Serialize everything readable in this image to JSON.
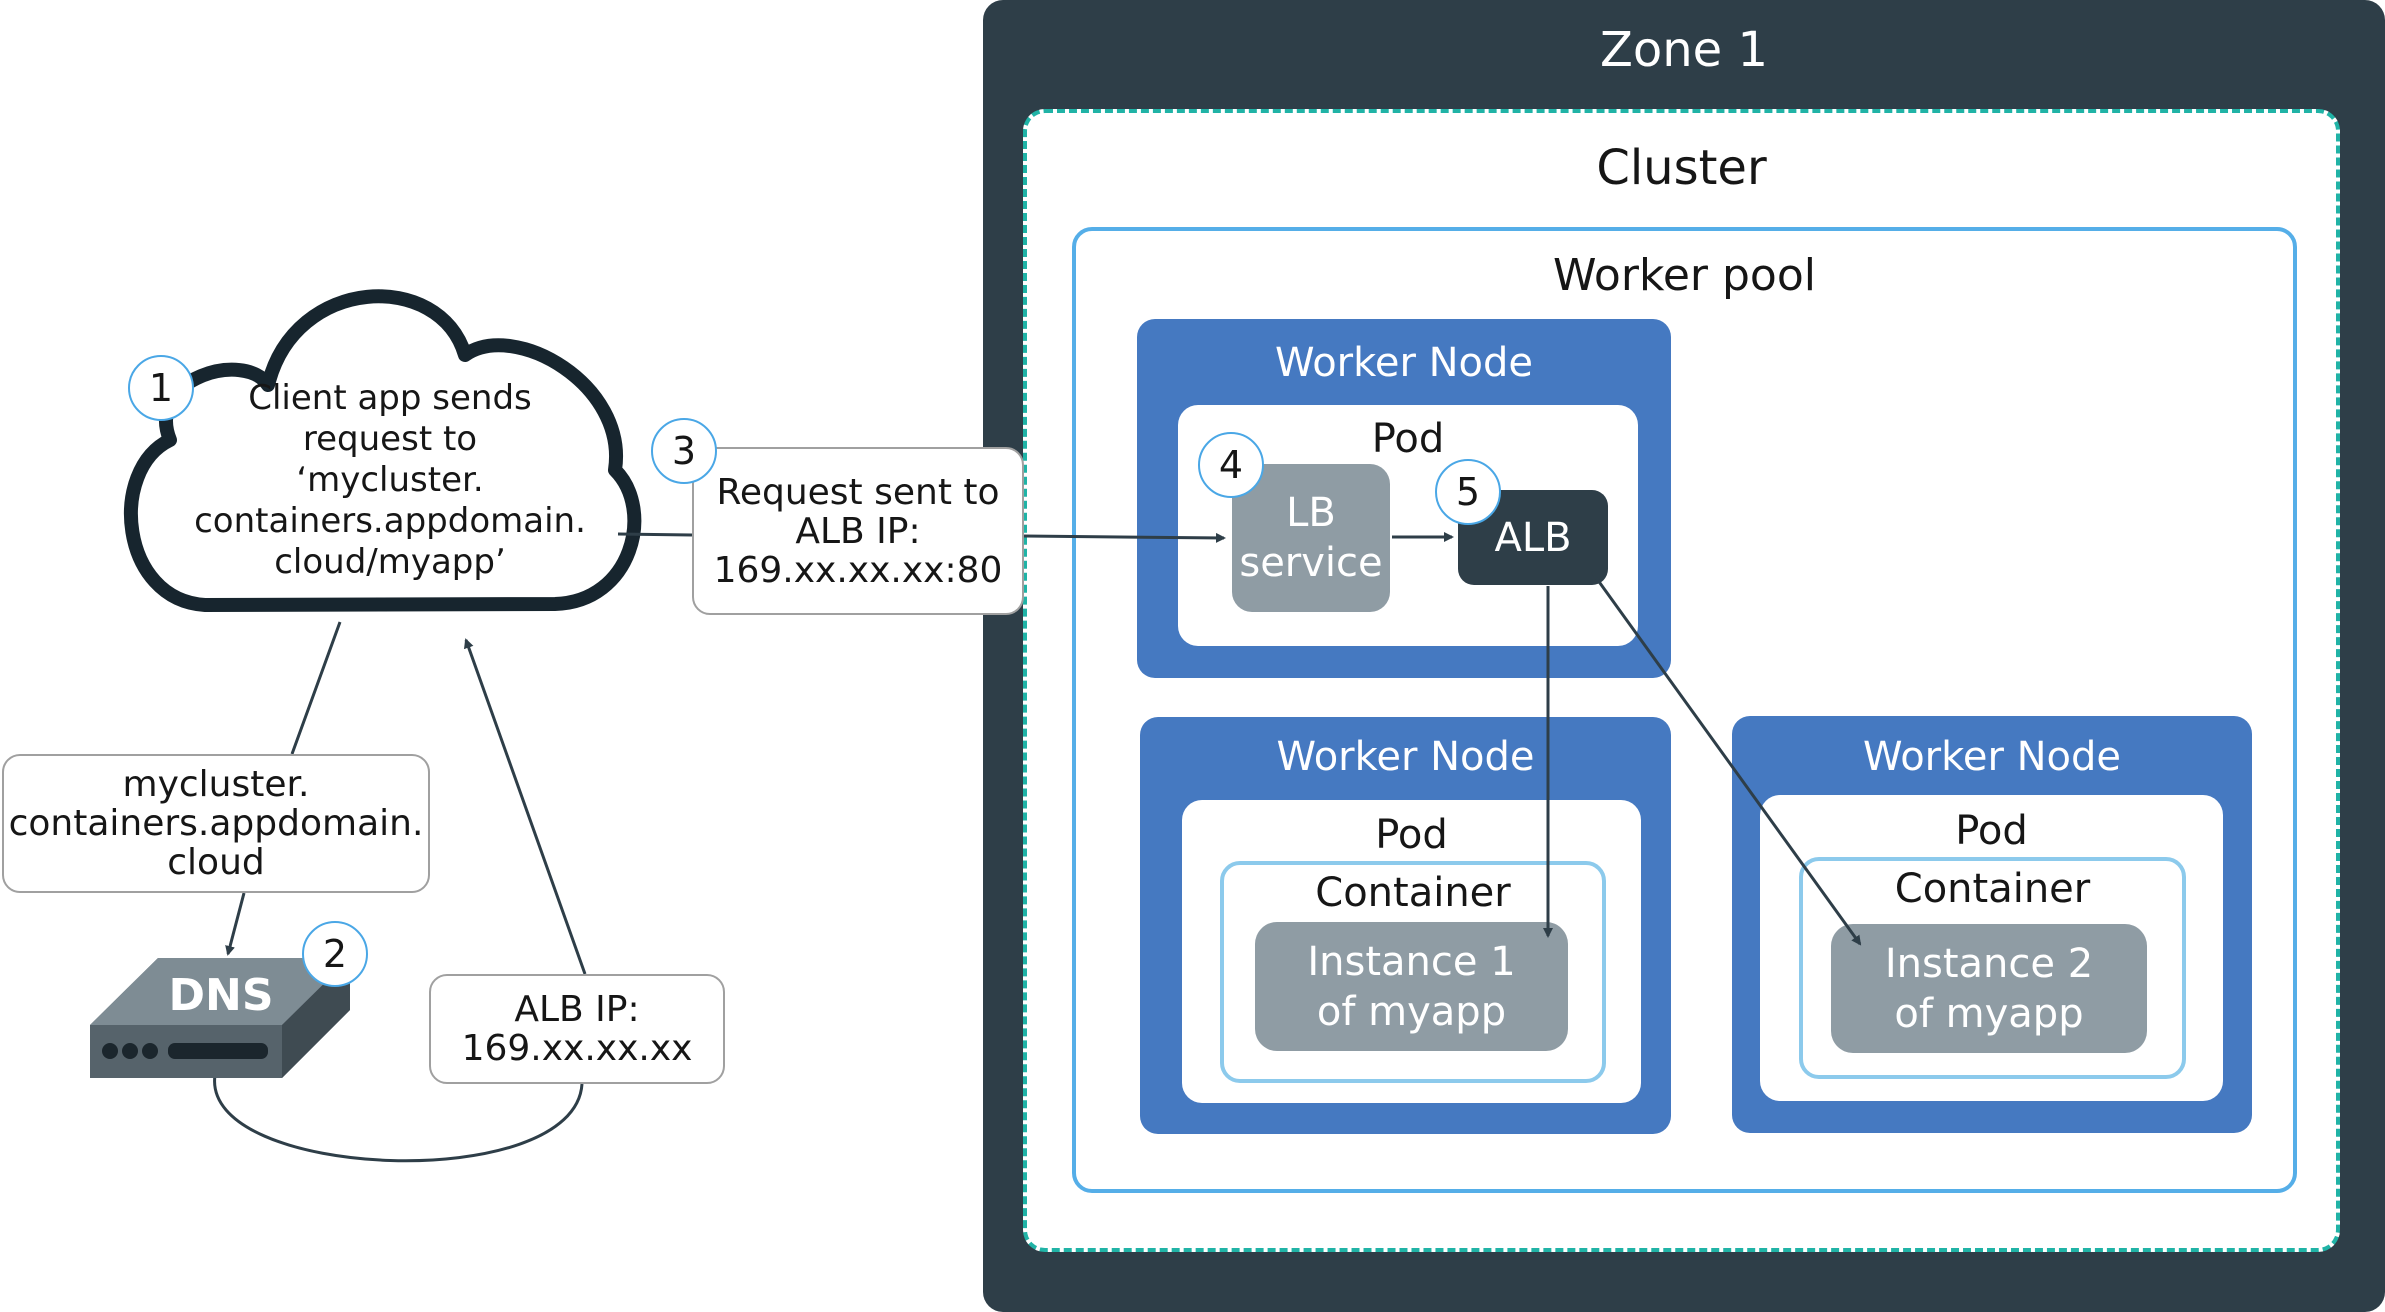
{
  "zone": {
    "title": "Zone 1"
  },
  "cluster": {
    "title": "Cluster"
  },
  "worker_pool": {
    "title": "Worker pool"
  },
  "nodes": [
    {
      "title": "Worker Node",
      "pod": "Pod",
      "lb_line1": "LB",
      "lb_line2": "service",
      "alb": "ALB"
    },
    {
      "title": "Worker Node",
      "pod": "Pod",
      "container": "Container",
      "instance_line1": "Instance 1",
      "instance_line2": "of myapp"
    },
    {
      "title": "Worker Node",
      "pod": "Pod",
      "container": "Container",
      "instance_line1": "Instance 2",
      "instance_line2": "of myapp"
    }
  ],
  "cloud": {
    "lines": [
      "Client app sends",
      "request to",
      "‘mycluster.",
      "containers.appdomain.",
      "cloud/myapp’"
    ]
  },
  "notes": {
    "request": [
      "Request sent to",
      "ALB IP:",
      "169.xx.xx.xx:80"
    ],
    "domain": [
      "mycluster.",
      "containers.appdomain.",
      "cloud"
    ],
    "alb_ip": [
      "ALB IP:",
      "169.xx.xx.xx"
    ]
  },
  "dns": {
    "label": "DNS"
  },
  "steps": [
    "1",
    "2",
    "3",
    "4",
    "5"
  ],
  "colors": {
    "zone_bg": "#2e3e48",
    "cluster_border": "#20b3a6",
    "pool_border": "#55aee8",
    "node_bg": "#4579c1",
    "service_bg": "#8f9ca4",
    "alb_bg": "#2e3e48",
    "badge_border": "#4aa7e6"
  }
}
